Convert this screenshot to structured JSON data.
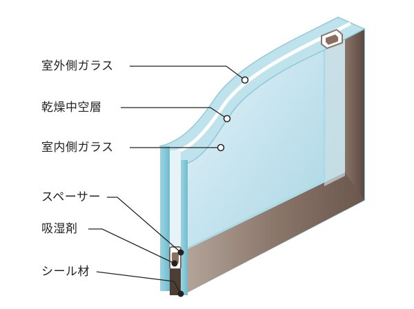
{
  "diagram": {
    "labels": [
      {
        "id": "outer-glass",
        "text": "室外側ガラス"
      },
      {
        "id": "air-layer",
        "text": "乾燥中空層"
      },
      {
        "id": "inner-glass",
        "text": "室内側ガラス"
      },
      {
        "id": "spacer",
        "text": "スペーサー"
      },
      {
        "id": "desiccant",
        "text": "吸湿剤"
      },
      {
        "id": "sealant",
        "text": "シール材"
      }
    ],
    "colors": {
      "glass_edge": "#7fc7d6",
      "glass_face": "#cfe9f2",
      "frame": "#6e5a4f",
      "leader": "#222222"
    }
  }
}
